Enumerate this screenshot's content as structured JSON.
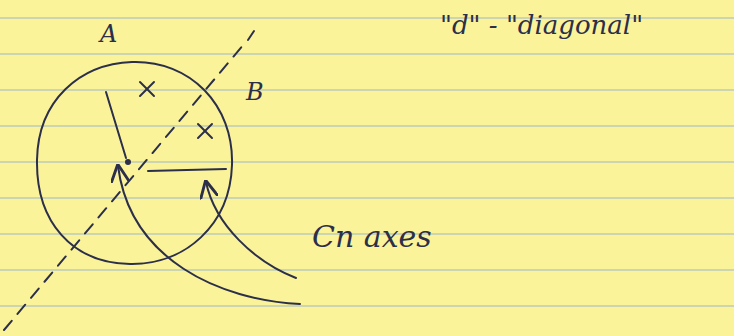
{
  "diagram": {
    "labels": [
      "A",
      "B",
      "\"d\" - \"diagonal\"",
      "Cn axes"
    ]
  }
}
